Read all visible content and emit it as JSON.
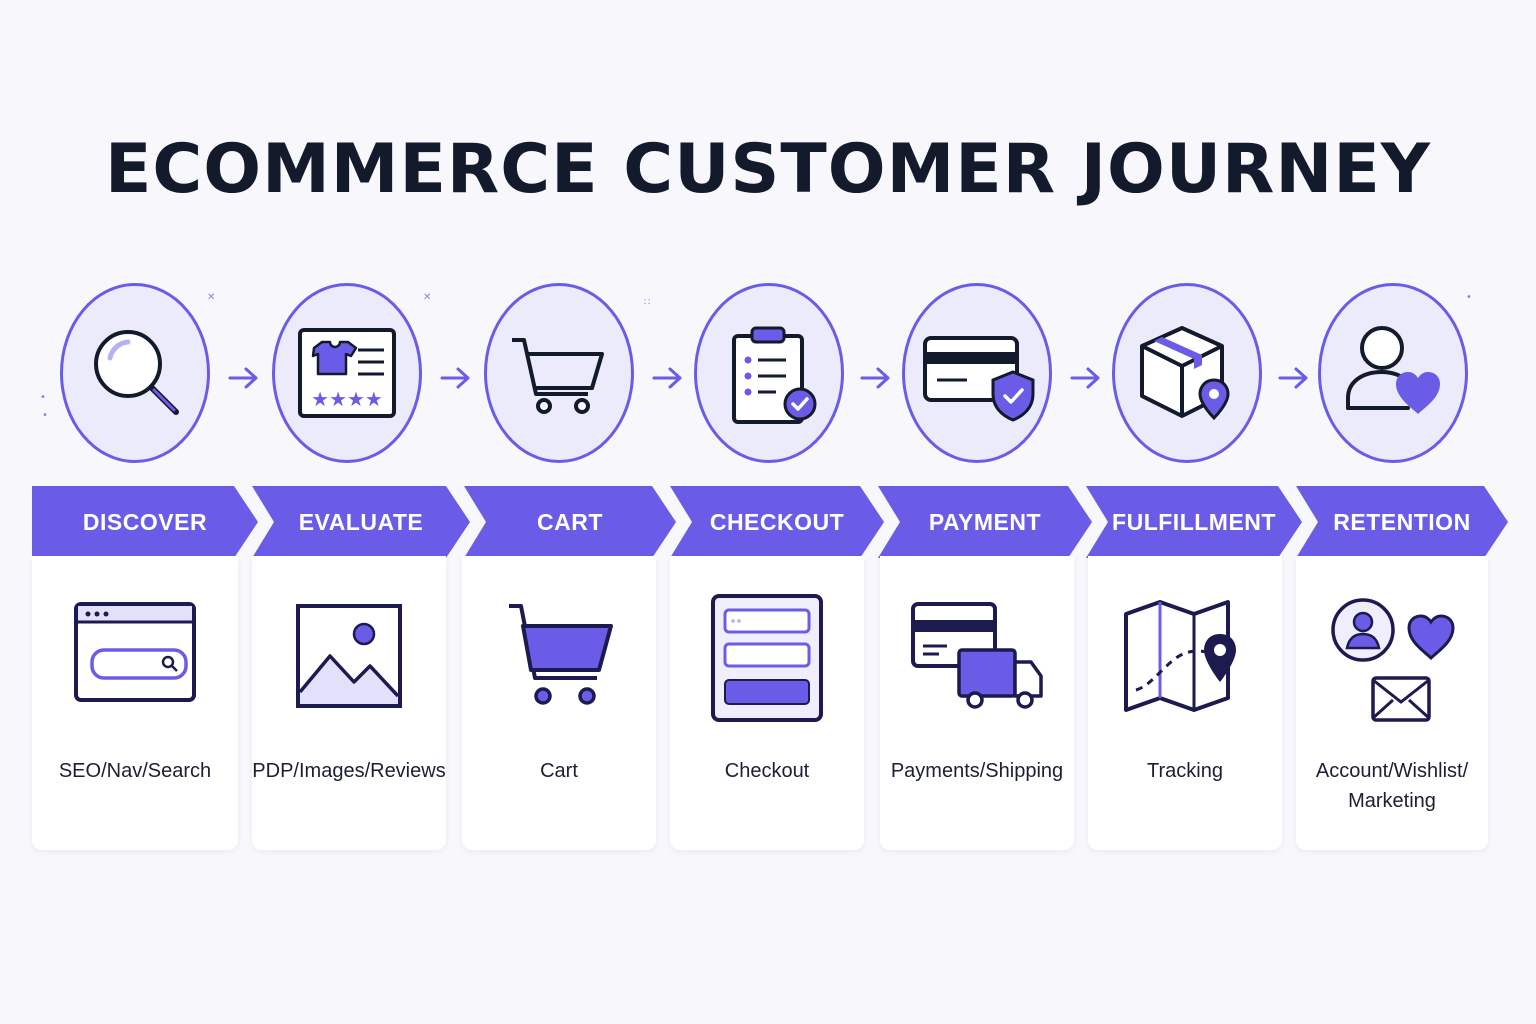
{
  "title": "ECOMMERCE CUSTOMER JOURNEY",
  "colors": {
    "accent": "#6b5ce7",
    "circle_fill": "#ecebfb",
    "ink": "#131a2c",
    "background": "#f7f7fc"
  },
  "stages": [
    {
      "label": "DISCOVER",
      "icon": "magnifier-icon",
      "detail": "SEO/Nav/Search",
      "detail_icon": "browser-search-icon"
    },
    {
      "label": "EVALUATE",
      "icon": "product-card-icon",
      "detail": "PDP/Images/Reviews",
      "detail_icon": "image-icon"
    },
    {
      "label": "CART",
      "icon": "cart-icon",
      "detail": "Cart",
      "detail_icon": "cart-filled-icon"
    },
    {
      "label": "CHECKOUT",
      "icon": "clipboard-check-icon",
      "detail": "Checkout",
      "detail_icon": "form-icon"
    },
    {
      "label": "PAYMENT",
      "icon": "card-shield-icon",
      "detail": "Payments/Shipping",
      "detail_icon": "card-truck-icon"
    },
    {
      "label": "FULFILLMENT",
      "icon": "box-pin-icon",
      "detail": "Tracking",
      "detail_icon": "map-pin-icon"
    },
    {
      "label": "RETENTION",
      "icon": "user-heart-icon",
      "detail": "Account/Wishlist/ Marketing",
      "detail_icon": "account-heart-mail-icon"
    }
  ]
}
